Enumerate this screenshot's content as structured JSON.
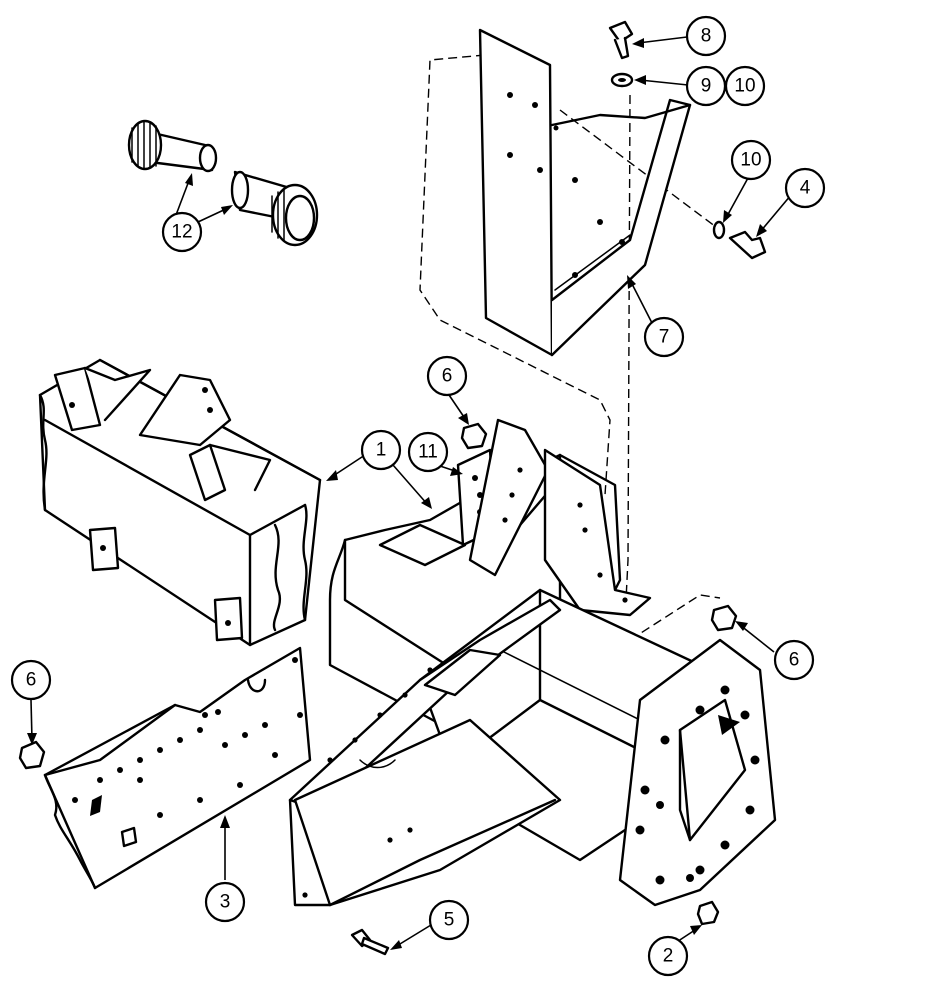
{
  "callouts": {
    "c1": "1",
    "c2": "2",
    "c3": "3",
    "c4": "4",
    "c5": "5",
    "c6a": "6",
    "c6b": "6",
    "c6c": "6",
    "c7": "7",
    "c8": "8",
    "c9": "9",
    "c10a": "10",
    "c10b": "10",
    "c11": "11",
    "c12": "12"
  }
}
